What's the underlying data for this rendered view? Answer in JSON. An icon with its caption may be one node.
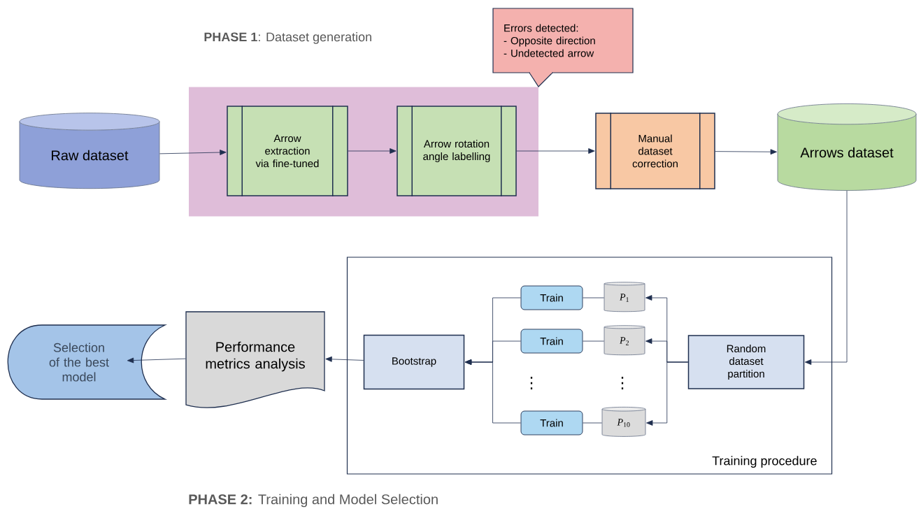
{
  "diagram": {
    "nodes": [
      {
        "text": [
          "Raw dataset"
        ]
      },
      {
        "text": [
          "**PHASE 1**: Dataset generation"
        ]
      },
      {
        "text": [
          "Arrow extraction via fine-tuned"
        ],
        "in": 1
      },
      {
        "text": [
          "Arrow rotation angle labelling"
        ],
        "in": 1
      },
      {
        "text": [
          "Errors detected:",
          "- Opposite direction",
          "- Undetected arrow"
        ]
      },
      {
        "text": [
          "Manual dataset correction"
        ]
      },
      {
        "text": [
          "Arrows dataset"
        ]
      },
      {
        "text": [
          "Training procedure"
        ]
      },
      {
        "text": [
          "Random dataset partition"
        ],
        "in": 7
      },
      {
        "text": [
          "*P*$_{1}$"
        ],
        "in": 7
      },
      {
        "text": [
          "*P*$_{2}$"
        ],
        "in": 7
      },
      {
        "text": [
          "*P*$_{10}$"
        ],
        "in": 7
      },
      {
        "text": [
          "Train"
        ],
        "in": 7
      },
      {
        "text": [
          "Train"
        ],
        "in": 7
      },
      {
        "text": [
          "Train"
        ],
        "in": 7
      },
      {
        "text": [
          "Bootstrap"
        ],
        "in": 7
      },
      {
        "text": [
          "Performance metrics analysis"
        ]
      },
      {
        "text": [
          "Selection of the best model"
        ]
      }
    ],
    "edges": [
      {
        "from": 0,
        "to": 2,
        "arrow": "to"
      },
      {
        "from": 2,
        "to": 3,
        "arrow": "to"
      },
      {
        "from": 3,
        "to": 5,
        "arrow": "to"
      },
      {
        "from": 5,
        "to": 6,
        "arrow": "to"
      },
      {
        "from": 6,
        "to": 8,
        "arrow": "to"
      },
      {
        "from": 8,
        "to": 9,
        "arrow": "to"
      },
      {
        "from": 8,
        "to": 10,
        "arrow": "to"
      },
      {
        "from": 8,
        "to": 11,
        "arrow": "to"
      },
      {
        "from": 9,
        "to": 12,
        "arrow": "none"
      },
      {
        "from": 10,
        "to": 13,
        "arrow": "none"
      },
      {
        "from": 11,
        "to": 14,
        "arrow": "none"
      },
      {
        "from": 12,
        "to": 15,
        "arrow": "to"
      },
      {
        "from": 13,
        "to": 15,
        "arrow": "to"
      },
      {
        "from": 14,
        "to": 15,
        "arrow": "to"
      },
      {
        "from": 15,
        "to": 16,
        "arrow": "to"
      },
      {
        "from": 16,
        "to": 17,
        "arrow": "to"
      }
    ],
    "labels": [
      "⋮",
      "⋮",
      "**PHASE 2:**  Training and Model Selection"
    ]
  }
}
